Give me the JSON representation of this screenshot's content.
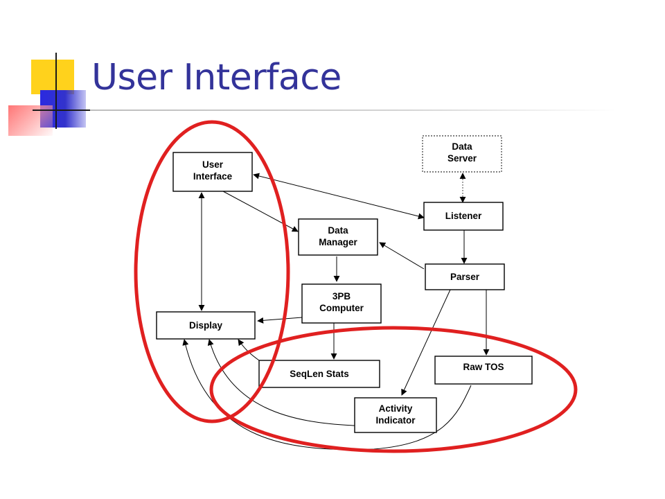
{
  "slide": {
    "title": "User Interface"
  },
  "diagram": {
    "nodes": {
      "user_interface": [
        "User",
        "Interface"
      ],
      "data_server": [
        "Data",
        "Server"
      ],
      "listener": [
        "Listener"
      ],
      "data_manager": [
        "Data",
        "Manager"
      ],
      "parser": [
        "Parser"
      ],
      "computer_3pb": [
        "3PB",
        "Computer"
      ],
      "display": [
        "Display"
      ],
      "seqlen_stats": [
        "SeqLen Stats"
      ],
      "raw_tos": [
        "Raw TOS"
      ],
      "activity_indicator": [
        "Activity",
        "Indicator"
      ]
    },
    "highlight_color": "#e02020"
  }
}
